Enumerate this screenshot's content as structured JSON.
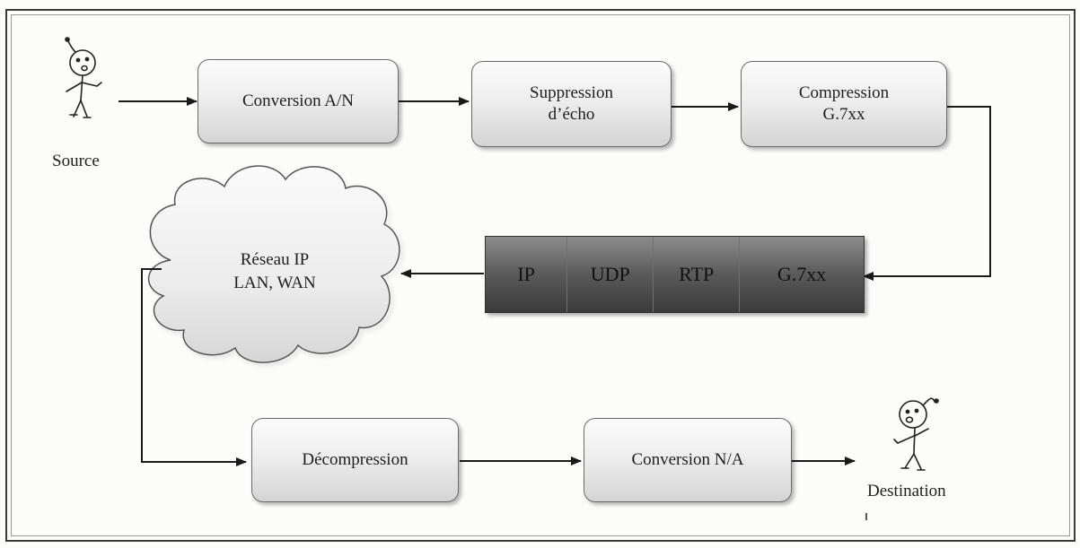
{
  "diagram": {
    "source_label": "Source",
    "destination_label": "Destination",
    "stages_top": [
      {
        "id": "conv-an",
        "label": "Conversion A/N"
      },
      {
        "id": "echo",
        "label": "Suppression\nd’écho"
      },
      {
        "id": "compress",
        "label": "Compression\nG.7xx"
      }
    ],
    "packet_segments": [
      "IP",
      "UDP",
      "RTP",
      "G.7xx"
    ],
    "network": {
      "line1": "Réseau IP",
      "line2": "LAN, WAN"
    },
    "stages_bottom": [
      {
        "id": "decompress",
        "label": "Décompression"
      },
      {
        "id": "conv-na",
        "label": "Conversion N/A"
      }
    ]
  }
}
